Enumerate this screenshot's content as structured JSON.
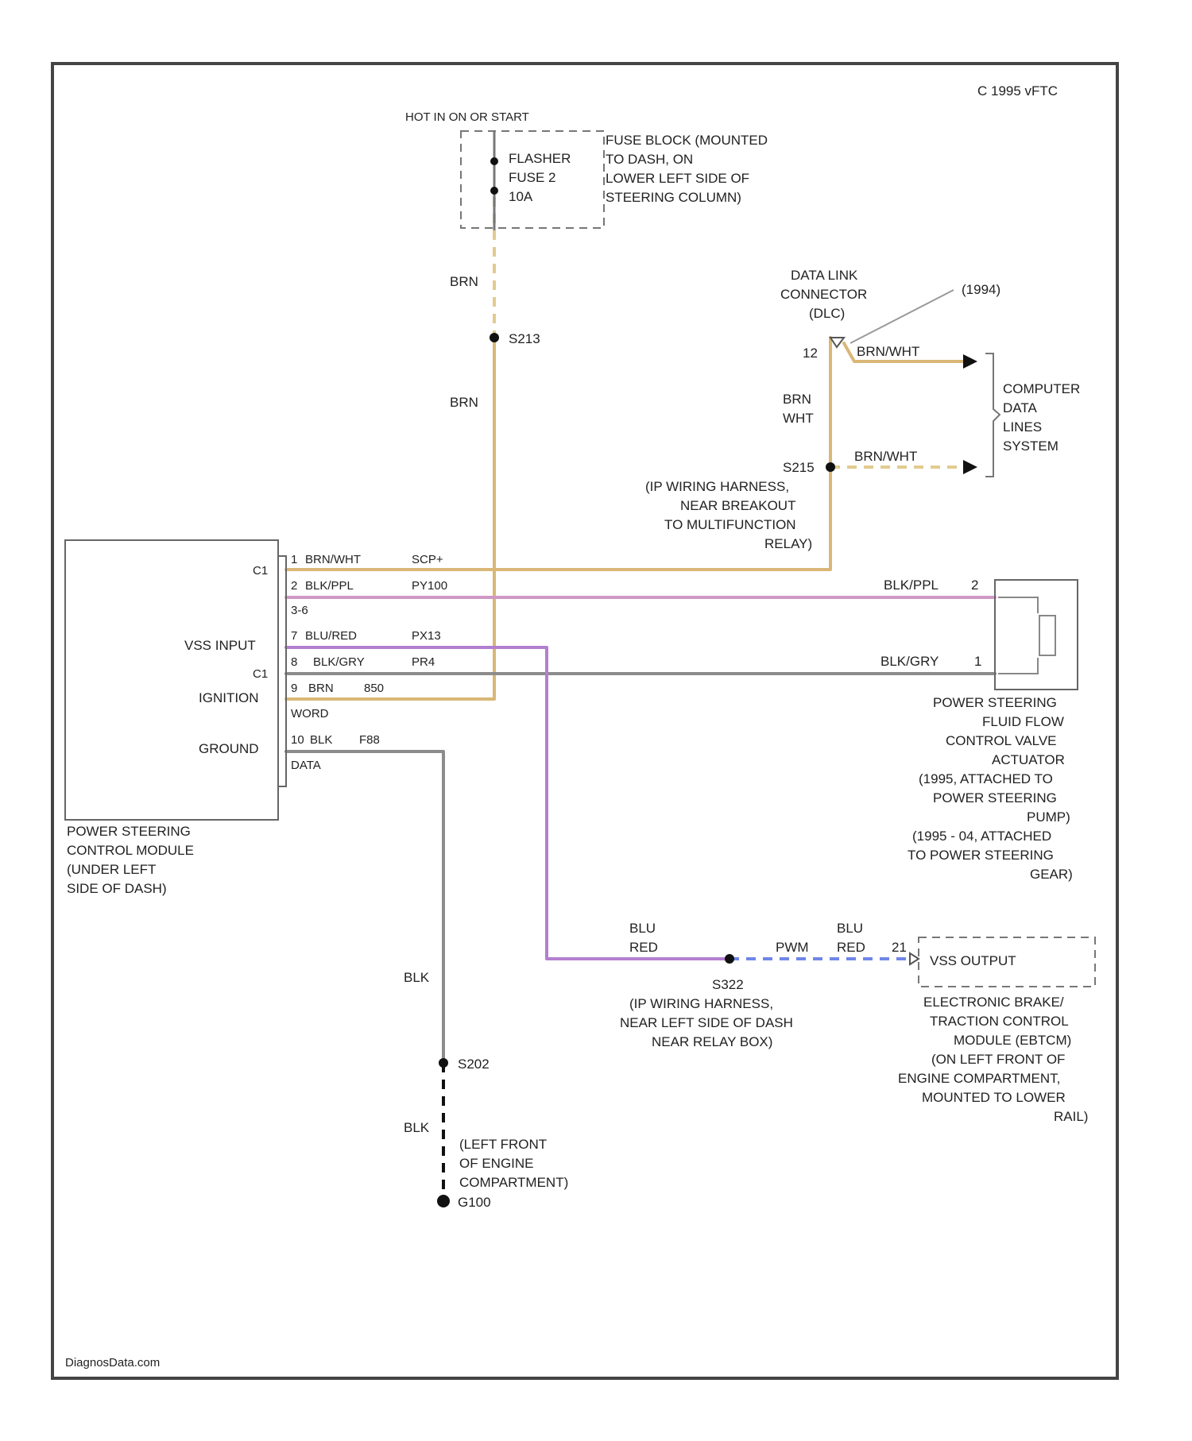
{
  "header": {
    "model_code": "C  1995 vFTC"
  },
  "footer": {
    "brand": "DiagnosData.com"
  },
  "colors": {
    "brown": "#d9b777",
    "brown_dash": "#e2cb8f",
    "violet": "#b27fcf",
    "pink": "#cf98c6",
    "gray": "#8c8c8c",
    "blue": "#6f86e8",
    "black": "#111111"
  },
  "fuse": {
    "hot_label": "HOT IN ON OR START",
    "name_lines": [
      "FLASHER",
      "FUSE 2",
      "10A"
    ],
    "block_lines": [
      "FUSE BLOCK (MOUNTED",
      "TO DASH, ON",
      "LOWER LEFT SIDE OF",
      "STEERING COLUMN)"
    ]
  },
  "wire_labels": {
    "brn_upper": "BRN",
    "splice_s213": "S213",
    "brn_lower": "BRN",
    "brn_wht": [
      "BRN",
      "WHT"
    ],
    "splice_s215": "S215",
    "brn_wht_dlc": "BRN/WHT",
    "brn_wht_s215": "BRN/WHT",
    "blk": "BLK",
    "splice_s202": "S202",
    "blk_dash": "BLK",
    "g100": "G100",
    "blu_red_left": [
      "BLU",
      "RED"
    ],
    "pwm": "PWM",
    "blu_red_right": [
      "BLU",
      "RED"
    ],
    "splice_s322": "S322",
    "blk_ppl": "BLK/PPL",
    "blk_gry": "BLK/GRY",
    "pin2": "2",
    "pin1": "1",
    "pin21": "21",
    "pin12": "12"
  },
  "dlc": {
    "name_lines": [
      "DATA LINK",
      "CONNECTOR",
      "(DLC)"
    ],
    "callout": "(1994)"
  },
  "scp_note": [
    "(IP WIRING HARNESS,",
    "NEAR BREAKOUT",
    "TO MULTIFUNCTION",
    "RELAY)"
  ],
  "computer_data": [
    "COMPUTER",
    "DATA",
    "LINES",
    "SYSTEM"
  ],
  "module": {
    "connector": "C1",
    "connector2": "C1",
    "vss_label": "VSS INPUT",
    "ignition_label": "IGNITION",
    "ground_label": "GROUND",
    "pins": [
      {
        "pin": "1",
        "color": "BRN/WHT",
        "circuit": "SCP+"
      },
      {
        "pin": "2",
        "color": "BLK/PPL",
        "circuit": "PY100"
      },
      {
        "pin": "3-6",
        "color": "",
        "circuit": ""
      },
      {
        "pin": "7",
        "color": "BLU/RED",
        "circuit": "PX13"
      },
      {
        "pin": "8",
        "color": "BLK/GRY",
        "circuit": "PR4"
      },
      {
        "pin": "9",
        "color": "BRN",
        "circuit": "850"
      },
      {
        "pin": "",
        "color": "WORD",
        "circuit": ""
      },
      {
        "pin": "10",
        "color": "BLK",
        "circuit": "F88"
      },
      {
        "pin": "",
        "color": "DATA",
        "circuit": ""
      }
    ],
    "name_lines": [
      "POWER STEERING",
      "CONTROL MODULE",
      "(UNDER LEFT",
      "SIDE OF DASH)"
    ]
  },
  "actuator": {
    "name_lines": [
      "POWER STEERING",
      "FLUID FLOW",
      "CONTROL VALVE",
      "ACTUATOR",
      "(1995, ATTACHED TO",
      "POWER STEERING",
      "PUMP)",
      "(1995 - 04, ATTACHED",
      "TO POWER STEERING",
      "GEAR)"
    ]
  },
  "vss_splice_note": [
    "(IP WIRING HARNESS,",
    "NEAR LEFT SIDE OF DASH",
    "NEAR RELAY BOX)"
  ],
  "ebtcm": {
    "box_label": "VSS OUTPUT",
    "name_lines": [
      "ELECTRONIC BRAKE/",
      "TRACTION CONTROL",
      "MODULE (EBTCM)",
      "(ON LEFT FRONT OF",
      "ENGINE COMPARTMENT,",
      "MOUNTED TO LOWER",
      "RAIL)"
    ]
  },
  "ground_note": [
    "(LEFT FRONT",
    "OF ENGINE",
    "COMPARTMENT)"
  ]
}
